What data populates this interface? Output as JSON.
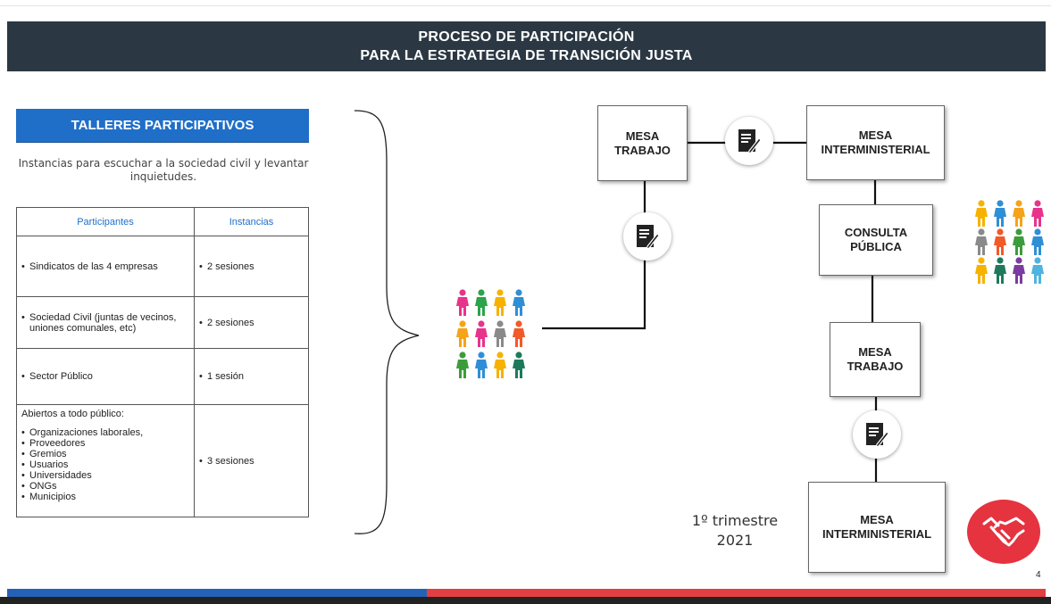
{
  "header": {
    "line1": "PROCESO DE PARTICIPACIÓN",
    "line2": "PARA LA ESTRATEGIA DE TRANSICIÓN JUSTA"
  },
  "talleres": {
    "title": "TALLERES PARTICIPATIVOS",
    "intro": "Instancias  para escuchar a la sociedad civil y levantar inquietudes."
  },
  "table": {
    "headers": [
      "Participantes",
      "Instancias"
    ],
    "rows": [
      {
        "participant": "Sindicatos de las 4 empresas",
        "instances": "2 sesiones"
      },
      {
        "participant": "Sociedad Civil (juntas de vecinos, uniones comunales, etc)",
        "instances": "2 sesiones"
      },
      {
        "participant": "Sector Público",
        "instances": "1 sesión"
      }
    ],
    "open": {
      "intro": "Abiertos a todo público:",
      "items": [
        "Organizaciones  laborales,",
        "Proveedores",
        "Gremios",
        "Usuarios",
        "Universidades",
        "ONGs",
        "Municipios"
      ],
      "instances": "3 sesiones"
    },
    "bullet": "•"
  },
  "flow": {
    "mesa_trabajo_1": [
      "MESA",
      "TRABAJO"
    ],
    "mesa_inter_1": [
      "MESA",
      "INTERMINISTERIAL"
    ],
    "consulta": [
      "CONSULTA",
      "PÚBLICA"
    ],
    "mesa_trabajo_2": [
      "MESA",
      "TRABAJO"
    ],
    "mesa_inter_2": [
      "MESA",
      "INTERMINISTERIAL"
    ]
  },
  "timing": {
    "line1": "1º trimestre",
    "line2": "2021"
  },
  "page_number": "4",
  "icons": {
    "document": "document-edit-icon",
    "people": "people-group-icon",
    "handshake": "handshake-icon"
  },
  "colors": {
    "header_bg": "#2b3843",
    "accent_blue": "#1f6fc9",
    "accent_red": "#e53340",
    "footer_blue": "#2362b7",
    "footer_red": "#e23f42"
  },
  "people_palette": [
    "#e8338c",
    "#2aa34a",
    "#f7b200",
    "#2f8fd6",
    "#f5a31a",
    "#e8338c",
    "#8a8a8a",
    "#f15a29",
    "#3d9c3a",
    "#2f8fd6",
    "#f7b200",
    "#1d7b5c",
    "#7c3ba1",
    "#4fb3e0"
  ]
}
